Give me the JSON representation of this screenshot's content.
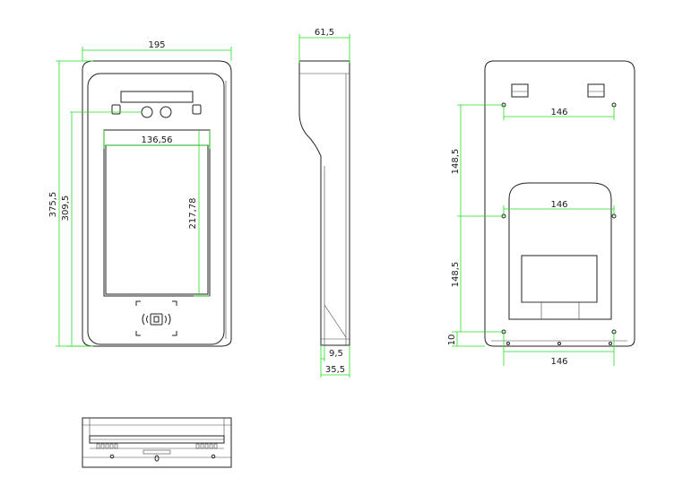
{
  "colors": {
    "dimension": "#22dd22",
    "outline": "#222222",
    "background": "#ffffff"
  },
  "front": {
    "width": "195",
    "height_total": "375,5",
    "height_inner": "309,5",
    "screen_width": "136,56",
    "screen_height": "217,78"
  },
  "side": {
    "depth": "61,5",
    "base_offset": "9,5",
    "base_depth": "35,5"
  },
  "back": {
    "hole_spacing_top": "146",
    "hole_spacing_mid": "146",
    "hole_spacing_bottom": "146",
    "vertical_upper": "148,5",
    "vertical_lower": "148,5",
    "bottom_offset": "10"
  }
}
